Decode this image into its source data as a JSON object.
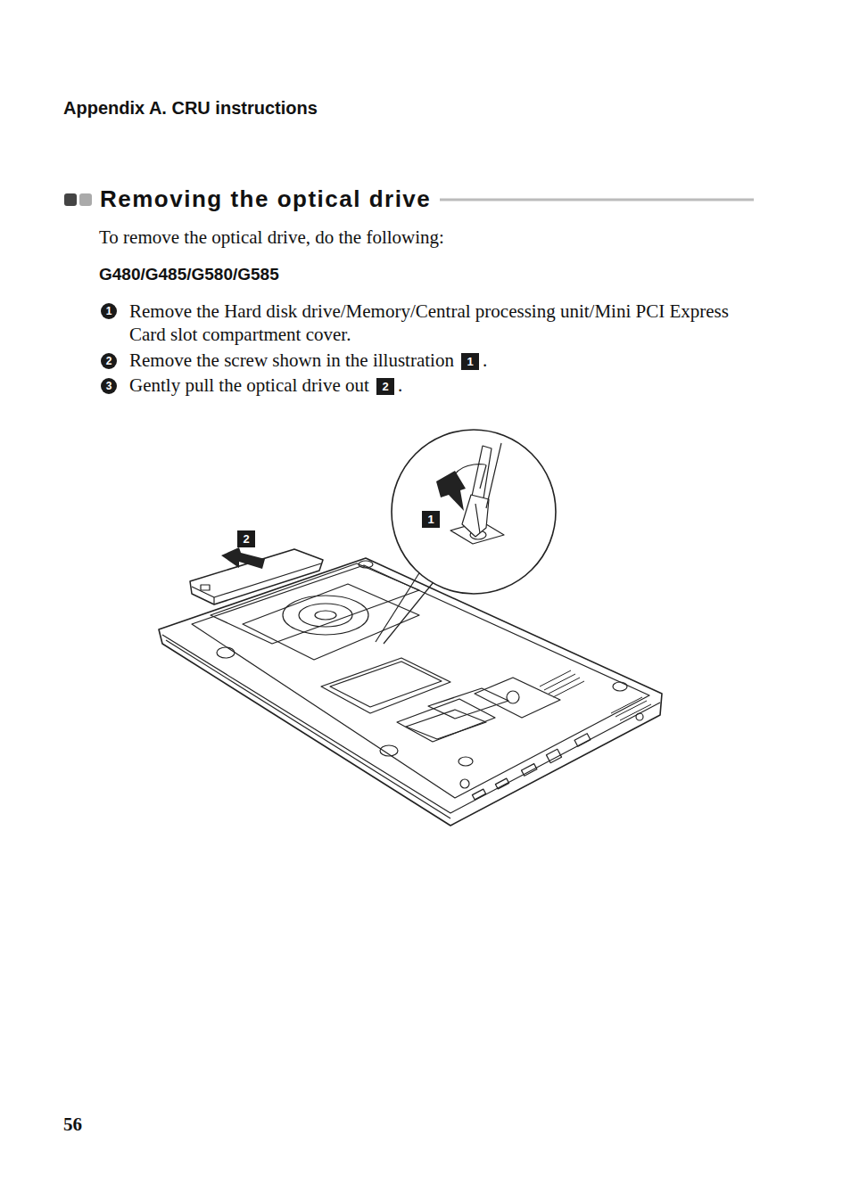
{
  "diagram": {
    "title": "Removing the optical drive",
    "labels": [
      "Appendix A. CRU instructions",
      "To remove the optical drive, do the following:",
      "G480/G485/G580/G585",
      "1",
      "Remove the Hard disk drive/Memory/Central processing unit/Mini PCI Express Card slot compartment cover.",
      "2",
      "Remove the screw shown in the illustration",
      "1",
      ".",
      "3",
      "Gently pull the optical drive out",
      "2",
      ".",
      "2",
      "1",
      "56"
    ]
  }
}
